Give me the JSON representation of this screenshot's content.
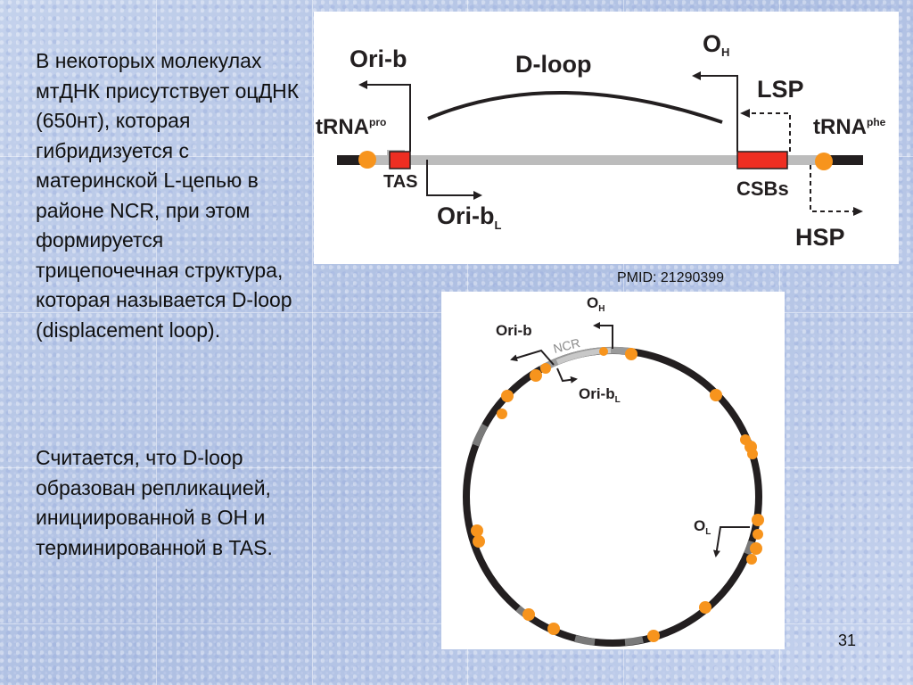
{
  "body_text": {
    "paragraph_1": "В некоторых молекулах мтДНК присутствует оцДНК (650нт), которая гибридизуется с материнской L-цепью в районе NCR, при этом формируется трицепочечная структура, которая называется D-loop (displacement loop).",
    "paragraph_2": "Считается, что D-loop образован репликацией, инициированной в ОН и терминированной в TAS."
  },
  "linear_diagram": {
    "ori_b": "Ori-b",
    "d_loop": "D-loop",
    "o_h_main": "O",
    "o_h_sub": "H",
    "lsp": "LSP",
    "trna_pro_main": "tRNA",
    "trna_pro_sup": "pro",
    "trna_phe_main": "tRNA",
    "trna_phe_sup": "phe",
    "tas": "TAS",
    "csbs": "CSBs",
    "ori_bl_main": "Ori-b",
    "ori_bl_sub": "L",
    "hsp": "HSP"
  },
  "circular_diagram": {
    "o_h_main": "O",
    "o_h_sub": "H",
    "ori_b": "Ori-b",
    "ncr": "NCR",
    "ori_bl_main": "Ori-b",
    "ori_bl_sub": "L",
    "o_l_main": "O",
    "o_l_sub": "L"
  },
  "pmid": "PMID: 21290399",
  "page_number": "31",
  "colors": {
    "orange": "#f7941d",
    "red": "#ee2e22",
    "dna_black": "#231f20",
    "dna_gray": "#bcbcbc"
  }
}
